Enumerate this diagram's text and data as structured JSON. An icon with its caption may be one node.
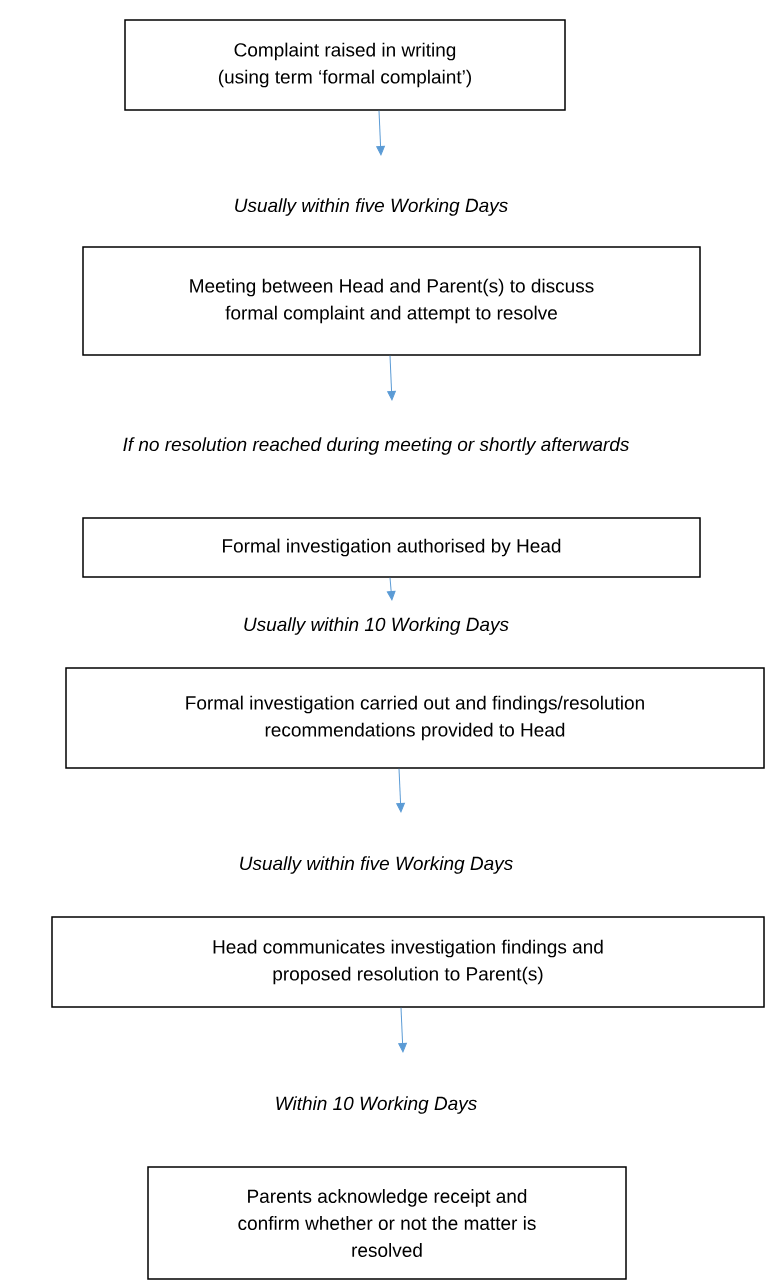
{
  "diagram": {
    "nodes": [
      {
        "text": [
          "Complaint raised in writing (using term ‘formal complaint’)"
        ]
      },
      {
        "text": [
          "Meeting between Head and Parent(s) to discuss formal complaint and attempt to resolve"
        ]
      },
      {
        "text": [
          "Formal investigation authorised by Head"
        ]
      },
      {
        "text": [
          "Formal investigation carried out and findings/resolution recommendations provided to Head"
        ]
      },
      {
        "text": [
          "Head communicates investigation findings and proposed resolution to Parent(s)"
        ]
      },
      {
        "text": [
          "Parents acknowledge receipt and confirm whether or not the matter is resolved"
        ]
      }
    ],
    "edges": [
      {
        "from": 0,
        "to": null,
        "arrow": "to"
      },
      {
        "from": 1,
        "to": null,
        "arrow": "to"
      },
      {
        "from": 2,
        "to": null,
        "arrow": "to"
      },
      {
        "from": 3,
        "to": null,
        "arrow": "to"
      },
      {
        "from": 4,
        "to": null,
        "arrow": "to"
      }
    ],
    "labels": [
      "Usually within five Working Days",
      "If no resolution reached during meeting or shortly afterwards",
      "Usually within 10 Working Days",
      "Usually within five Working Days",
      "Within 10 Working Days"
    ]
  }
}
